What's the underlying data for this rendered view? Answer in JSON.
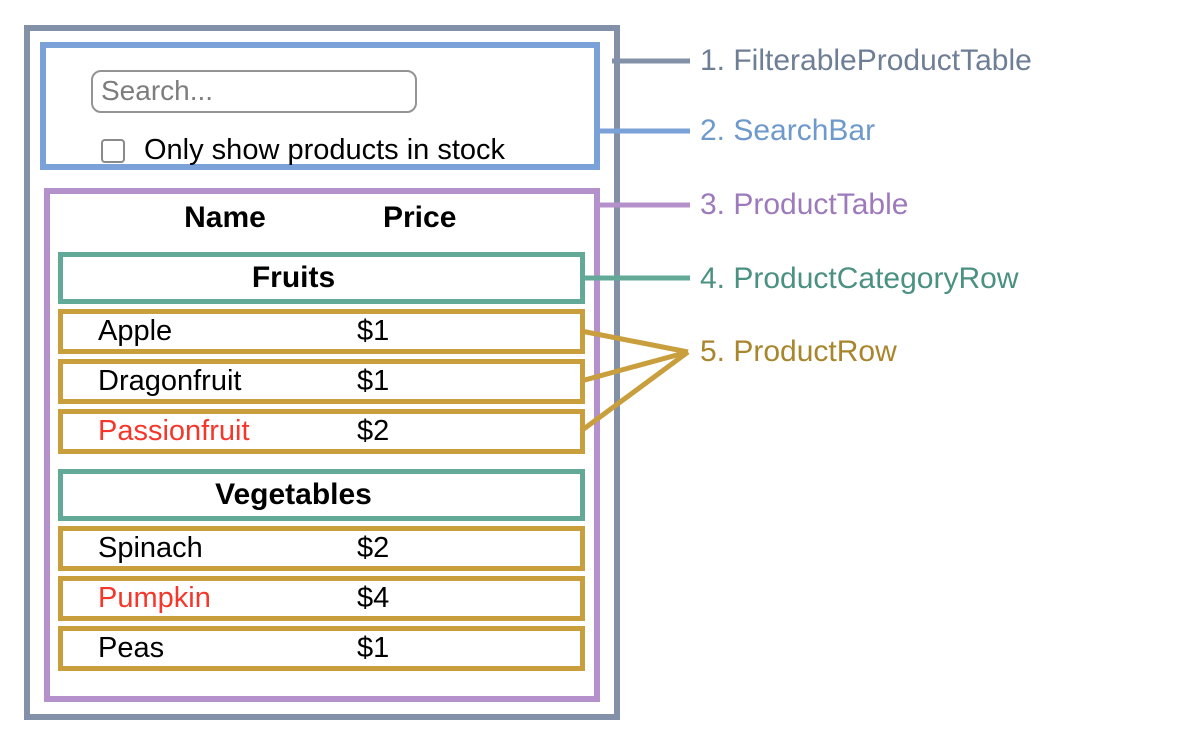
{
  "search_bar": {
    "placeholder": "Search...",
    "checkbox_label": "Only show products in stock",
    "checkbox_checked": false
  },
  "product_table": {
    "name_header": "Name",
    "price_header": "Price",
    "sections": [
      {
        "category": "Fruits",
        "rows": [
          {
            "name": "Apple",
            "price": "$1",
            "stocked": true
          },
          {
            "name": "Dragonfruit",
            "price": "$1",
            "stocked": true
          },
          {
            "name": "Passionfruit",
            "price": "$2",
            "stocked": false
          }
        ]
      },
      {
        "category": "Vegetables",
        "rows": [
          {
            "name": "Spinach",
            "price": "$2",
            "stocked": true
          },
          {
            "name": "Pumpkin",
            "price": "$4",
            "stocked": false
          },
          {
            "name": "Peas",
            "price": "$1",
            "stocked": true
          }
        ]
      }
    ]
  },
  "annotations": {
    "labels": [
      {
        "text": "1. FilterableProductTable",
        "color": "#6d7e95"
      },
      {
        "text": "2. SearchBar",
        "color": "#6e99cc"
      },
      {
        "text": "3. ProductTable",
        "color": "#9d7abc"
      },
      {
        "text": "4. ProductCategoryRow",
        "color": "#4a9181"
      },
      {
        "text": "5. ProductRow",
        "color": "#a9862d"
      }
    ]
  },
  "colors": {
    "filterable_product_table_border": "#8290a8",
    "search_bar_border": "#7aa2d8",
    "product_table_border": "#b591cb",
    "product_category_row_border": "#62aa97",
    "product_row_border": "#c99e3d",
    "out_of_stock_text": "#f5372b"
  }
}
